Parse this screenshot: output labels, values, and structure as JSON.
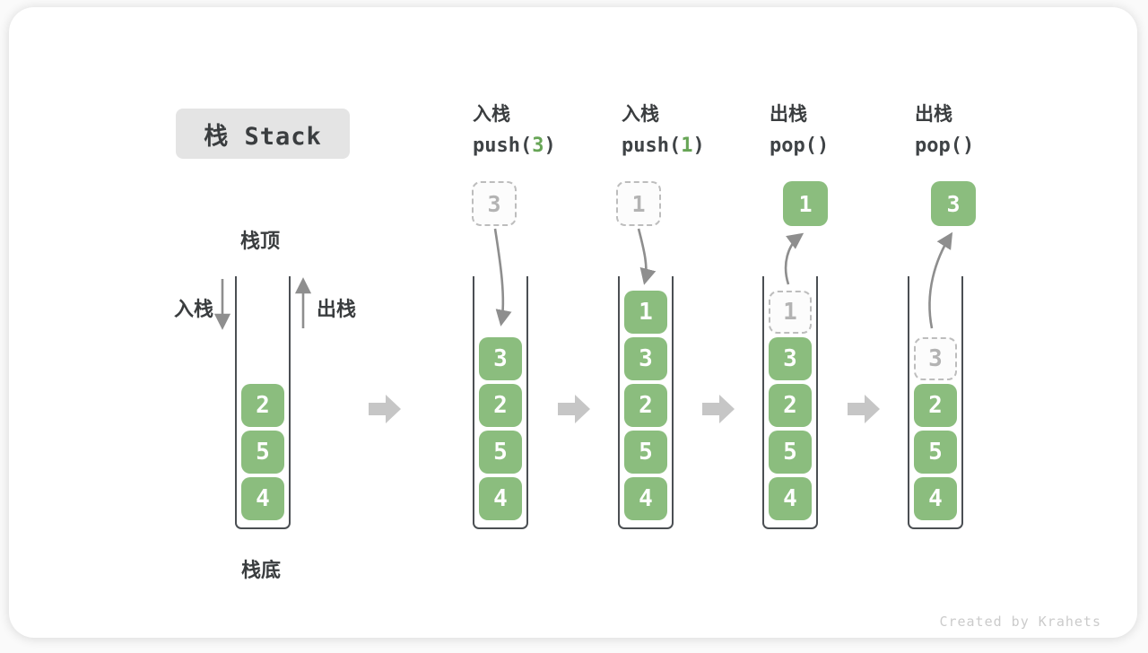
{
  "title": "栈 Stack",
  "labels": {
    "stack_top": "栈顶",
    "stack_bottom": "栈底",
    "push_side": "入栈",
    "pop_side": "出栈"
  },
  "operations": [
    {
      "name": "入栈",
      "code_pre": "push(",
      "code_num": "3",
      "code_post": ")"
    },
    {
      "name": "入栈",
      "code_pre": "push(",
      "code_num": "1",
      "code_post": ")"
    },
    {
      "name": "出栈",
      "code_pre": "pop(",
      "code_num": "",
      "code_post": ")"
    },
    {
      "name": "出栈",
      "code_pre": "pop(",
      "code_num": "",
      "code_post": ")"
    }
  ],
  "stacks": [
    {
      "cells": [
        "2",
        "5",
        "4"
      ]
    },
    {
      "floating": "3",
      "cells": [
        "3",
        "2",
        "5",
        "4"
      ]
    },
    {
      "floating": "1",
      "cells": [
        "1",
        "3",
        "2",
        "5",
        "4"
      ]
    },
    {
      "floating": "1",
      "ghost": "1",
      "cells": [
        "3",
        "2",
        "5",
        "4"
      ]
    },
    {
      "floating": "3",
      "ghost": "3",
      "cells": [
        "2",
        "5",
        "4"
      ]
    }
  ],
  "colors": {
    "cell_green": "#8bbd7e",
    "code_number_green": "#67a556",
    "arrow_gray": "#8e8e8e",
    "block_arrow_gray": "#c6c6c6",
    "wall_gray": "#4b4f53",
    "title_badge_bg": "#e4e4e4"
  },
  "watermark": "Created by Krahets"
}
